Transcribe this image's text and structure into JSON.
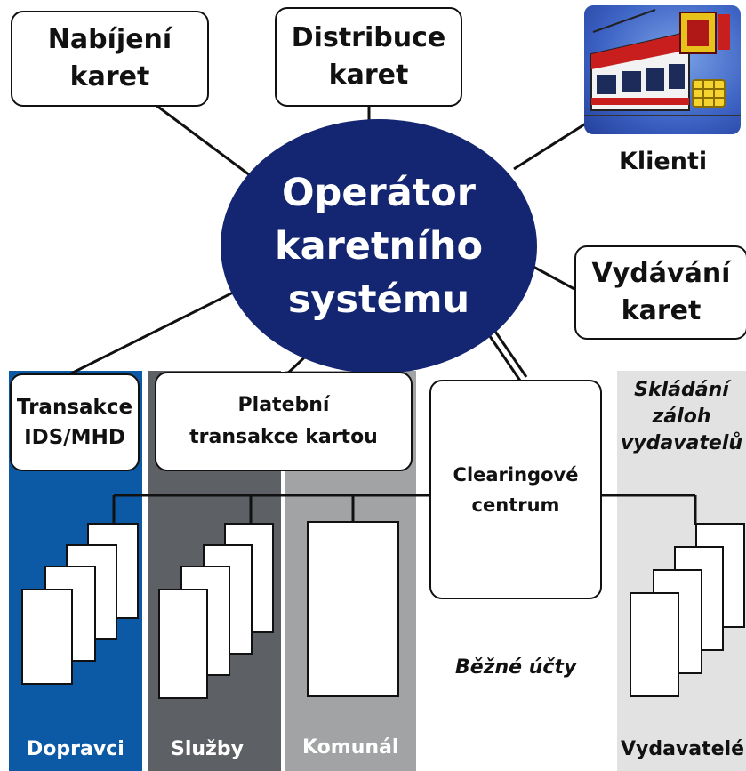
{
  "center": {
    "line1": "Operátor",
    "line2": "karetního",
    "line3": "systému"
  },
  "boxes": {
    "nabijeni": {
      "line1": "Nabíjení",
      "line2": "karet"
    },
    "distribuce": {
      "line1": "Distribuce",
      "line2": "karet"
    },
    "vydavani": {
      "line1": "Vydávání",
      "line2": "karet"
    },
    "transakce_ids": {
      "line1": "Transakce",
      "line2": "IDS/MHD"
    },
    "platebni": {
      "line1": "Platební",
      "line2": "transakce kartou"
    },
    "clearing": {
      "line1": "Clearingové",
      "line2": "centrum"
    }
  },
  "labels": {
    "klienti": "Klienti",
    "skladani": {
      "line1": "Skládání",
      "line2": "záloh",
      "line3": "vydavatelů"
    },
    "bezne_ucty": "Běžné účty",
    "dopravci": "Dopravci",
    "sluzby": "Služby",
    "komunal": "Komunál",
    "vydavatele": "Vydavatelé"
  },
  "colors": {
    "ellipse": "#142571",
    "panel_dopravci": "#0c5aa6",
    "panel_sluzby": "#5d6065",
    "panel_komunal": "#a1a3a5",
    "panel_vydavatele": "#e2e2e2",
    "clients_bg": "#3c62c4"
  },
  "icons": {
    "clients": "tram-and-card-icon"
  }
}
